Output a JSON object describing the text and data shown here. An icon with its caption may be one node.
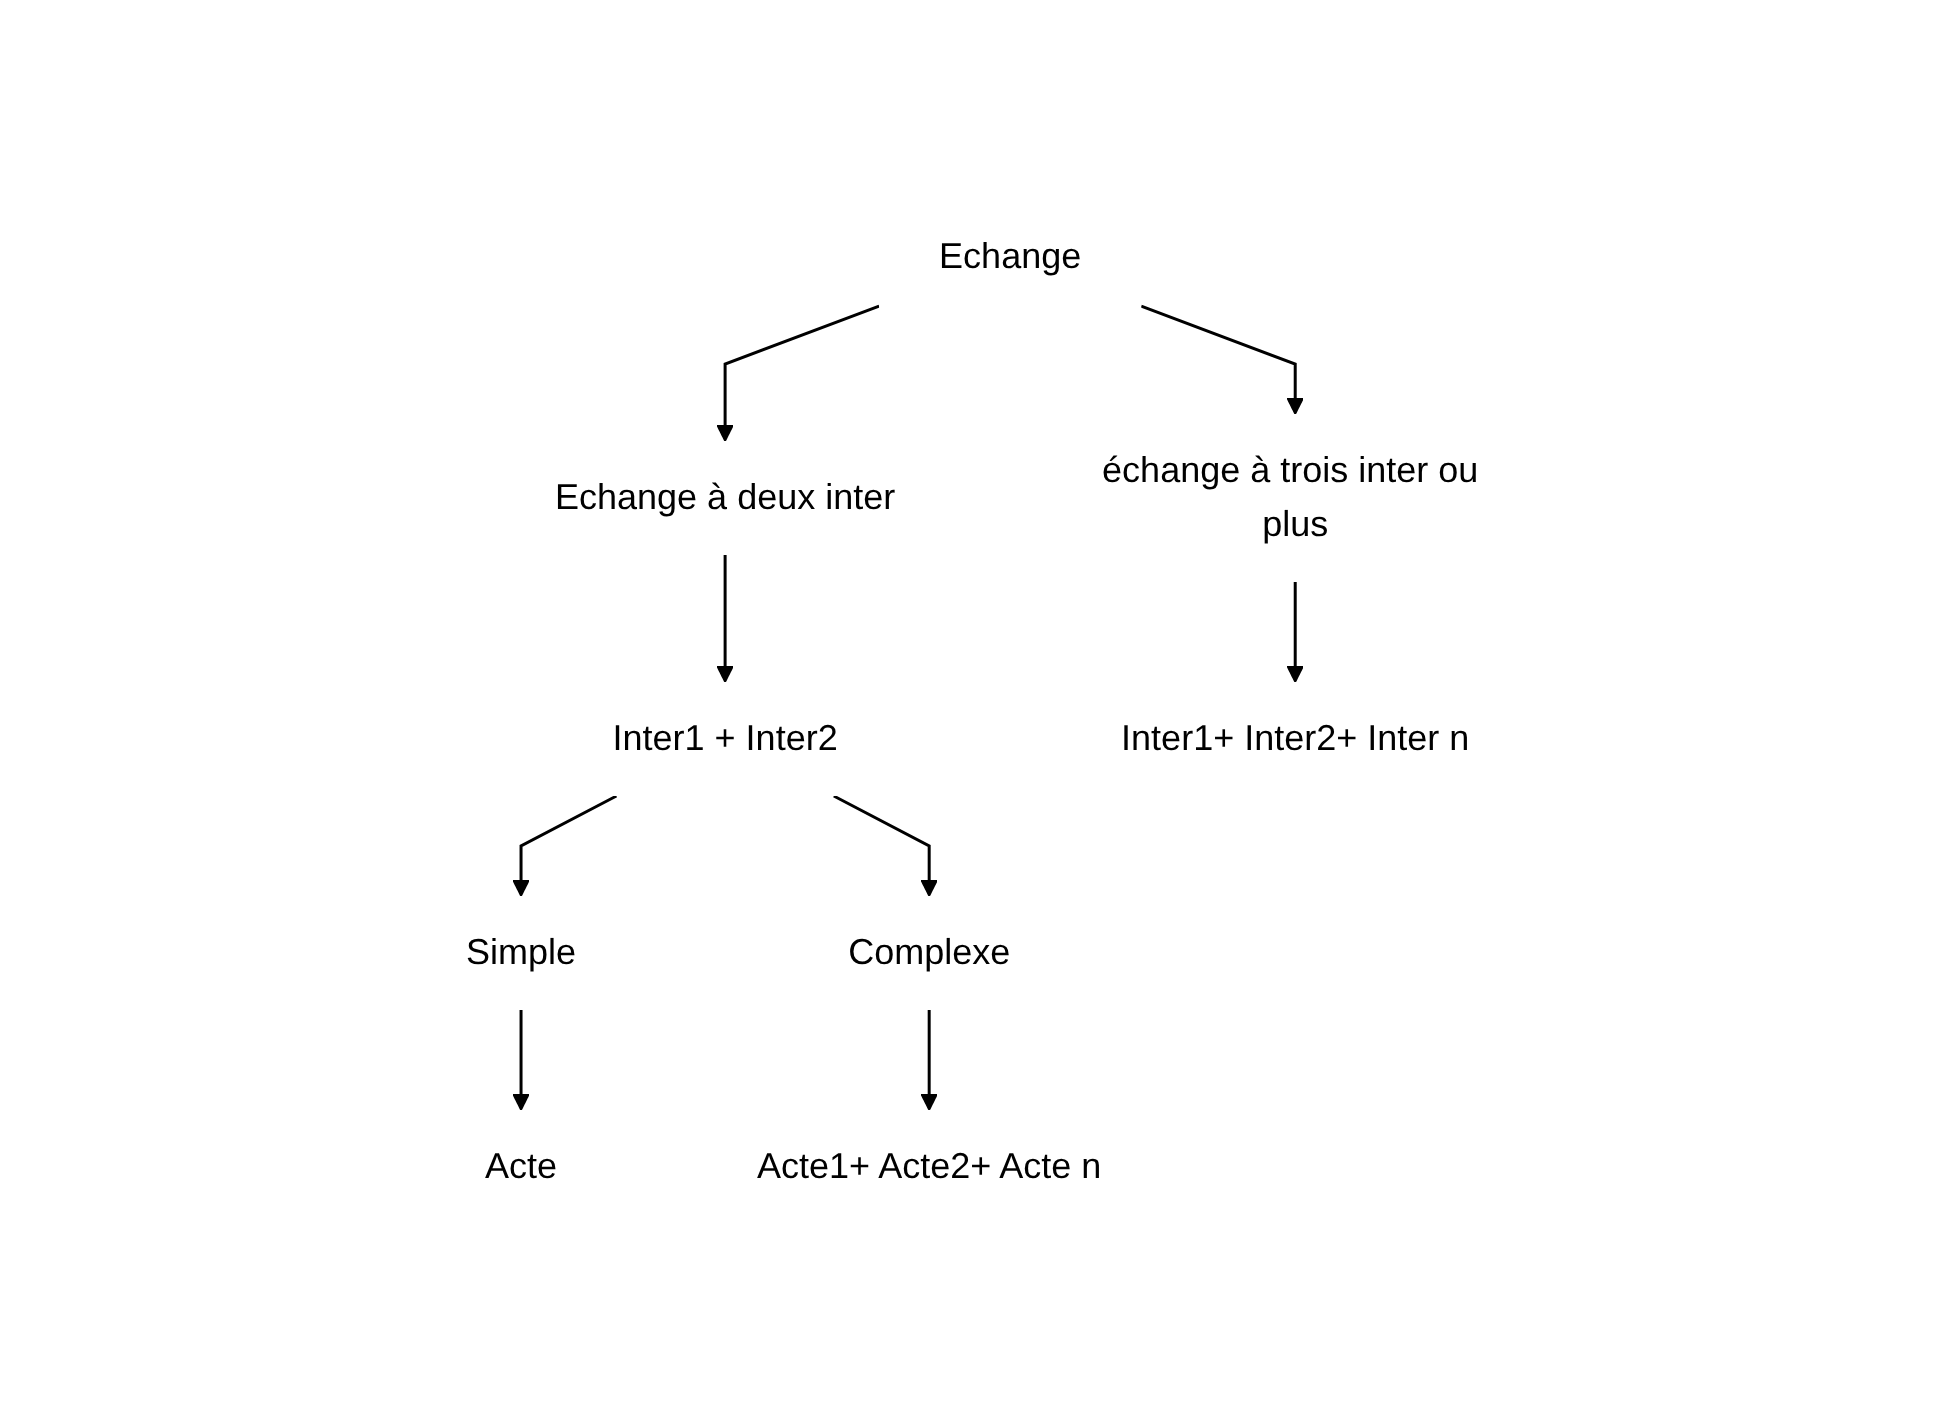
{
  "diagram": {
    "nodes": [
      {
        "text": [
          "Echange"
        ]
      },
      {
        "text": [
          "Echange à deux inter"
        ]
      },
      {
        "text": [
          "échange à trois inter ou plus"
        ]
      },
      {
        "text": [
          "Inter1 + Inter2"
        ]
      },
      {
        "text": [
          "Inter1+ Inter2+ Inter n"
        ]
      },
      {
        "text": [
          "Simple"
        ]
      },
      {
        "text": [
          "Complexe"
        ]
      },
      {
        "text": [
          "Acte"
        ]
      },
      {
        "text": [
          "Acte1+ Acte2+ Acte n"
        ]
      }
    ],
    "edges": [
      {
        "from": 0,
        "to": 1,
        "arrow": "to"
      },
      {
        "from": 0,
        "to": 2,
        "arrow": "to"
      },
      {
        "from": 1,
        "to": 3,
        "arrow": "to"
      },
      {
        "from": 2,
        "to": 4,
        "arrow": "to"
      },
      {
        "from": 3,
        "to": 5,
        "arrow": "to"
      },
      {
        "from": 3,
        "to": 6,
        "arrow": "to"
      },
      {
        "from": 5,
        "to": 7,
        "arrow": "to"
      },
      {
        "from": 6,
        "to": 8,
        "arrow": "to"
      }
    ]
  }
}
